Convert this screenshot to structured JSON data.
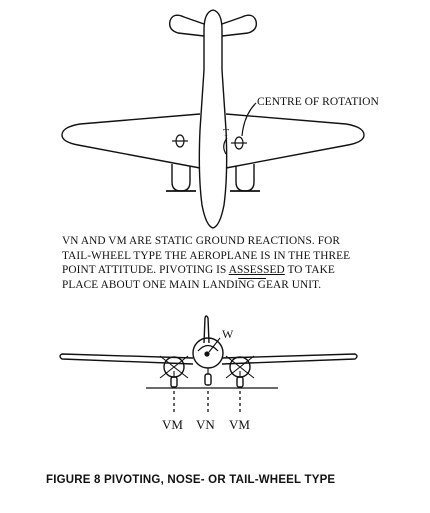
{
  "labels": {
    "centre_of_rotation": "CENTRE OF ROTATION",
    "t_mark": "T",
    "w_mark": "W",
    "vm_left": "VM",
    "vn": "VN",
    "vm_right": "VM"
  },
  "note": {
    "line1": "VN AND VM ARE STATIC GROUND REACTIONS.  FOR",
    "line2": "TAIL-WHEEL TYPE THE AEROPLANE IS IN THE THREE",
    "line3_a": "POINT ATTITUDE.  PIVOTING IS ",
    "line3_b": "ASSESSED",
    "line3_c": " TO TAKE",
    "line4_a": "PLACE ABOUT ONE MAIN LANDI",
    "line4_b": "NG G",
    "line4_c": "EAR UNIT."
  },
  "caption": "FIGURE 8   PIVOTING, NOSE- OR TAIL-WHEEL TYPE"
}
